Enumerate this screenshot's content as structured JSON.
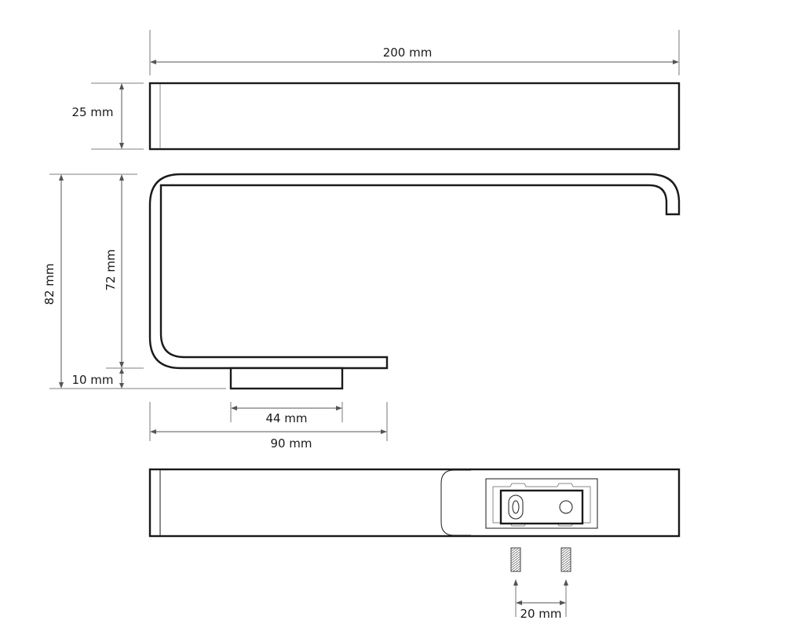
{
  "dimensions": {
    "overall_width": "200 mm",
    "depth": "25 mm",
    "total_height": "82 mm",
    "arm_height": "72 mm",
    "base_thickness": "10 mm",
    "mount_width": "44 mm",
    "projection": "90 mm",
    "screw_spacing": "20 mm"
  }
}
